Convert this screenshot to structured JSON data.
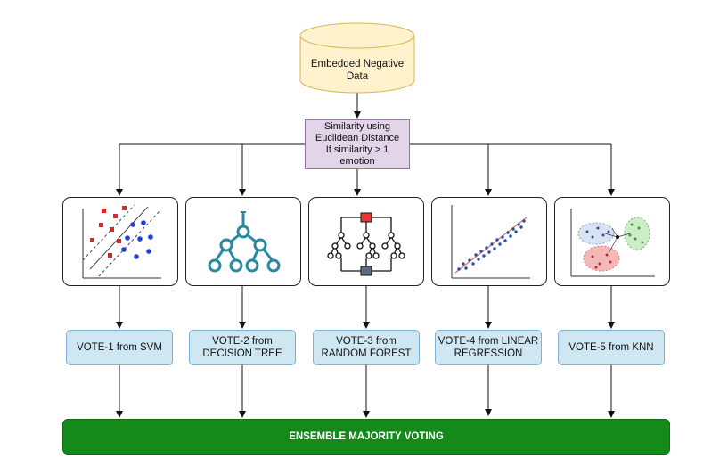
{
  "source": {
    "label": "Embedded Negative\nData",
    "fill": "#fff2cc",
    "stroke": "#d6b656"
  },
  "similarity": {
    "label": "Similarity using\nEuclidean Distance\nIf similarity > 1\nemotion"
  },
  "models": [
    {
      "icon": "svm-scatter-icon",
      "vote": "VOTE-1 from SVM"
    },
    {
      "icon": "decision-tree-icon",
      "vote": "VOTE-2 from\nDECISION TREE"
    },
    {
      "icon": "random-forest-icon",
      "vote": "VOTE-3 from\nRANDOM FOREST"
    },
    {
      "icon": "linear-regression-icon",
      "vote": "VOTE-4 from LINEAR\nREGRESSION"
    },
    {
      "icon": "knn-clusters-icon",
      "vote": "VOTE-5 from KNN"
    }
  ],
  "ensemble": {
    "label": "ENSEMBLE MAJORITY VOTING",
    "fill": "#138a1a"
  }
}
